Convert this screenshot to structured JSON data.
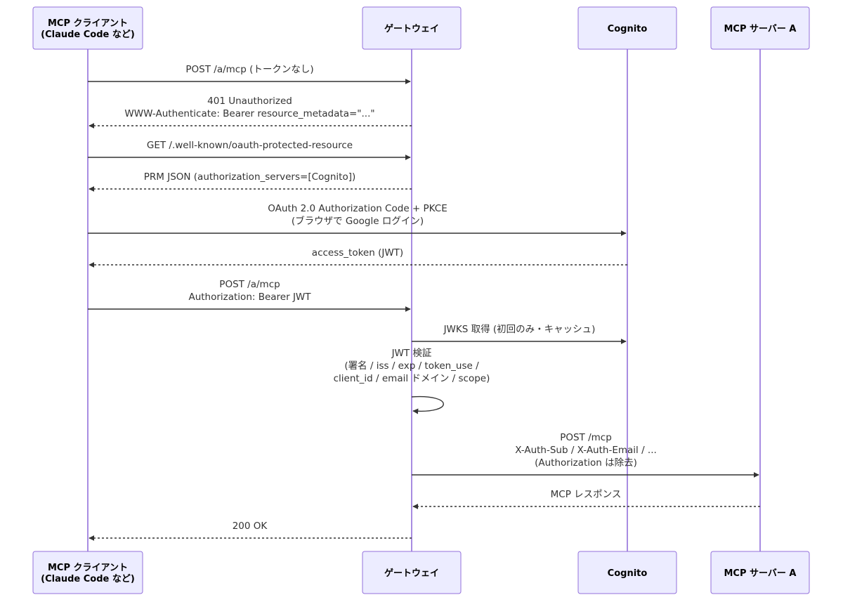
{
  "participants": [
    {
      "id": "client",
      "lines": [
        "MCP クライアント",
        "(Claude Code など)"
      ]
    },
    {
      "id": "gateway",
      "lines": [
        "ゲートウェイ"
      ]
    },
    {
      "id": "cognito",
      "lines": [
        "Cognito"
      ]
    },
    {
      "id": "server-a",
      "lines": [
        "MCP サーバー A"
      ]
    }
  ],
  "messages": [
    {
      "from": "client",
      "to": "gateway",
      "style": "solid",
      "lines": [
        "POST /a/mcp (トークンなし)"
      ]
    },
    {
      "from": "gateway",
      "to": "client",
      "style": "dashed",
      "lines": [
        "401 Unauthorized",
        "WWW-Authenticate: Bearer resource_metadata=\"...\""
      ]
    },
    {
      "from": "client",
      "to": "gateway",
      "style": "solid",
      "lines": [
        "GET /.well-known/oauth-protected-resource"
      ]
    },
    {
      "from": "gateway",
      "to": "client",
      "style": "dashed",
      "lines": [
        "PRM JSON (authorization_servers=[Cognito])"
      ]
    },
    {
      "from": "client",
      "to": "cognito",
      "style": "solid",
      "lines": [
        "OAuth 2.0 Authorization Code + PKCE",
        "(ブラウザで Google ログイン)"
      ]
    },
    {
      "from": "cognito",
      "to": "client",
      "style": "dashed",
      "lines": [
        "access_token (JWT)"
      ]
    },
    {
      "from": "client",
      "to": "gateway",
      "style": "solid",
      "lines": [
        "POST /a/mcp",
        "Authorization: Bearer JWT"
      ]
    },
    {
      "from": "gateway",
      "to": "cognito",
      "style": "solid",
      "lines": [
        "JWKS 取得 (初回のみ・キャッシュ)"
      ]
    },
    {
      "from": "gateway",
      "to": "gateway",
      "style": "solid",
      "self": true,
      "lines": [
        "JWT 検証",
        "(署名 / iss / exp / token_use /",
        "client_id / email ドメイン / scope)"
      ]
    },
    {
      "from": "gateway",
      "to": "server-a",
      "style": "solid",
      "lines": [
        "POST /mcp",
        "X-Auth-Sub / X-Auth-Email / ...",
        "(Authorization は除去)"
      ]
    },
    {
      "from": "server-a",
      "to": "gateway",
      "style": "dashed",
      "lines": [
        "MCP レスポンス"
      ]
    },
    {
      "from": "gateway",
      "to": "client",
      "style": "dashed",
      "lines": [
        "200 OK"
      ]
    }
  ]
}
